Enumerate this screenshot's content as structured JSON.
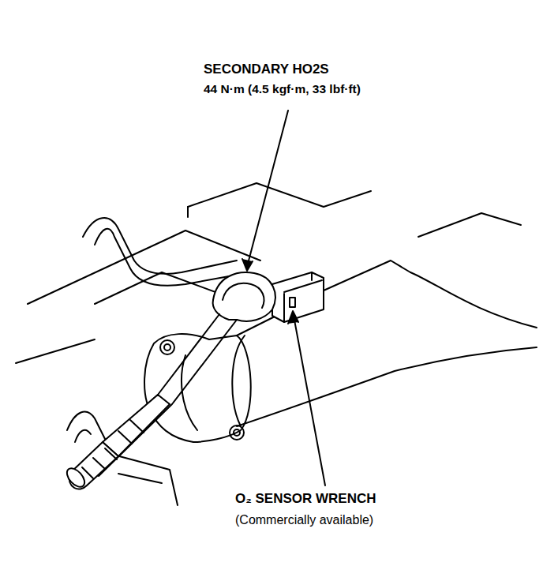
{
  "diagram": {
    "labels": [
      "SECONDARY HO2S",
      "44 N·m (4.5 kgf·m, 33 lbf·ft)",
      "O₂ SENSOR WRENCH",
      "(Commercially available)"
    ]
  }
}
